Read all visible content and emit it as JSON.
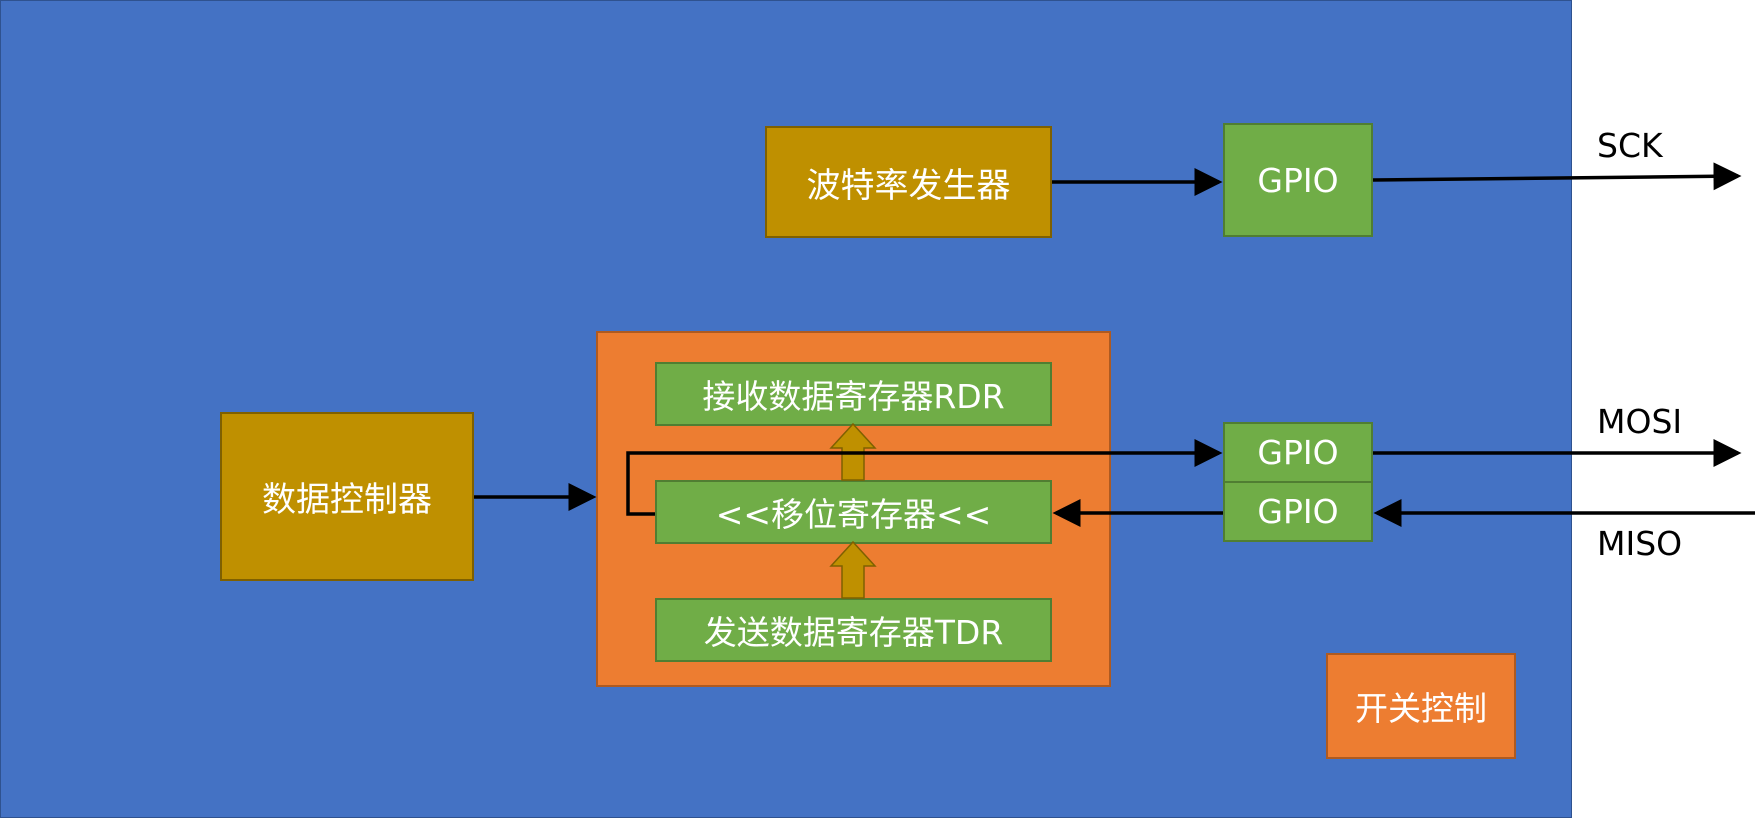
{
  "blocks": {
    "baud_generator": "波特率发生器",
    "data_controller": "数据控制器",
    "rdr": "接收数据寄存器RDR",
    "shift_register": "<<移位寄存器<<",
    "tdr": "发送数据寄存器TDR",
    "switch_control": "开关控制"
  },
  "gpio": {
    "sck": "GPIO",
    "mosi": "GPIO",
    "miso": "GPIO"
  },
  "signals": {
    "sck": "SCK",
    "mosi": "MOSI",
    "miso": "MISO"
  },
  "colors": {
    "panel": "#4472c4",
    "gold_block": "#bf9000",
    "orange_block": "#ed7d31",
    "green_block": "#70ad47",
    "wire": "#000000"
  }
}
